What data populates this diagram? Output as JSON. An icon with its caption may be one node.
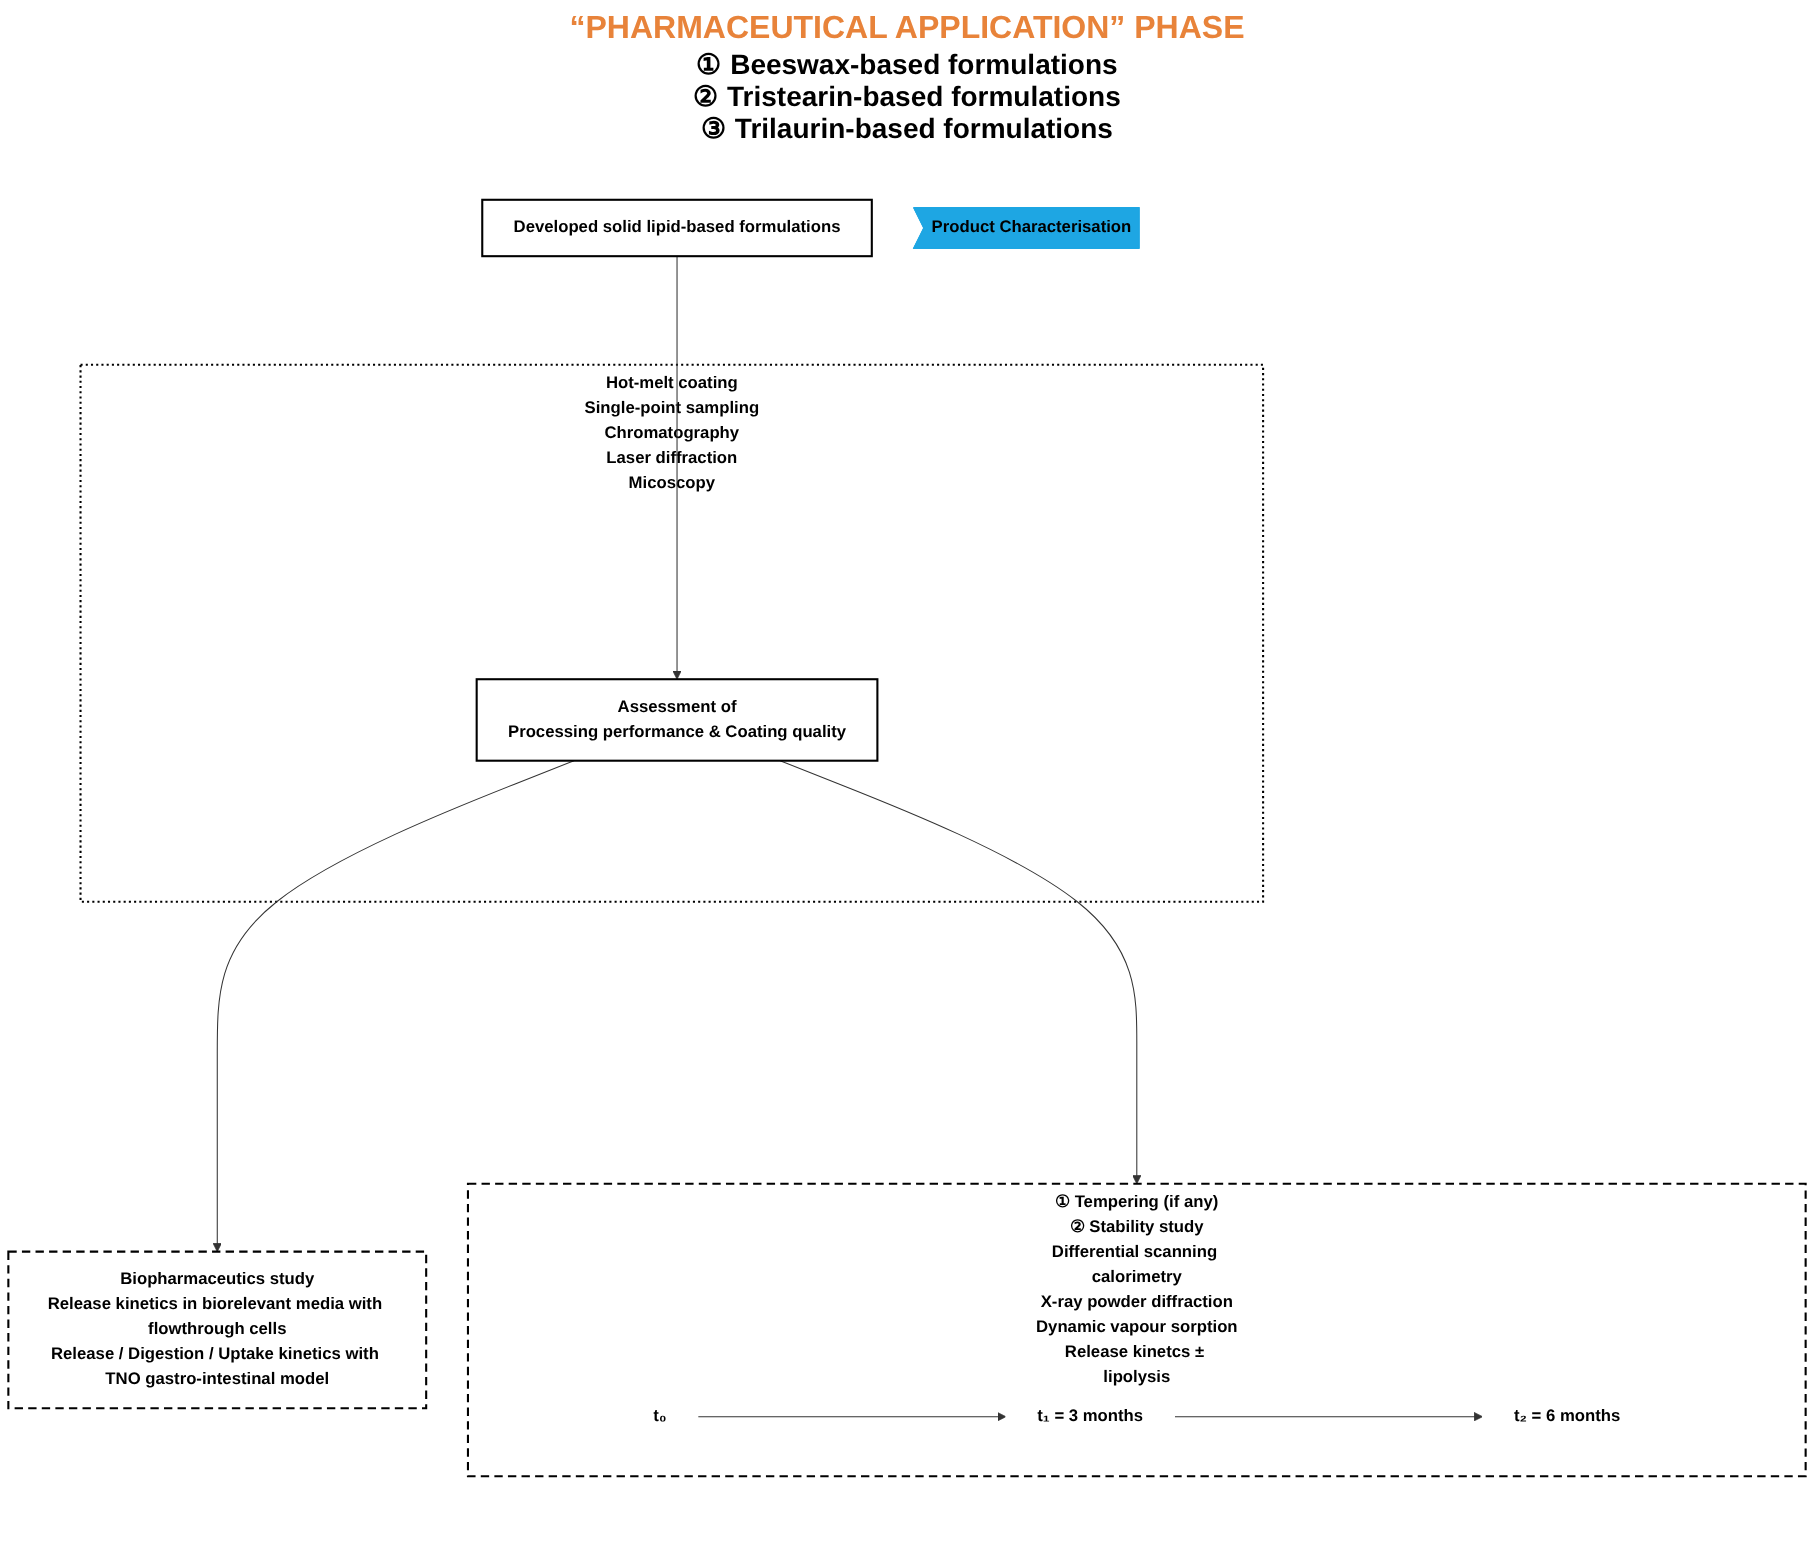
{
  "diagram": {
    "nodes": [
      {
        "text": [
          "Developed solid lipid-based formulations"
        ]
      },
      {
        "text": [
          "Hot-melt coating",
          "Single-point sampling",
          "Chromatography",
          "Laser diffraction",
          "Micoscopy"
        ]
      },
      {
        "text": [
          "Assessment of",
          "Processing performance & Coating quality"
        ],
        "in": 1
      },
      {
        "text": [
          "Biopharmaceutics study",
          "Release kinetics in biorelevant media with flowthrough cells",
          "Release / Digestion / Uptake kinetics with TNO gastro-intestinal model"
        ]
      },
      {
        "text": [
          "① Tempering (if any)",
          "② Stability study",
          "Differential scanning calorimetry",
          "X-ray powder diffraction",
          "Dynamic vapour sorption",
          "Release kinetcs ± lipolysis"
        ]
      },
      {
        "text": [
          "t₀"
        ],
        "in": 4
      },
      {
        "text": [
          "t₁ = 3 months"
        ],
        "in": 4
      },
      {
        "text": [
          "t₂ = 6 months"
        ],
        "in": 4
      },
      {
        "text": [
          "Product Characterisation"
        ]
      }
    ],
    "edges": [
      {
        "from": 0,
        "to": 2,
        "arrow": "to"
      },
      {
        "from": 2,
        "to": 3,
        "arrow": "to"
      },
      {
        "from": 2,
        "to": 4,
        "arrow": "to"
      },
      {
        "from": 5,
        "to": 6,
        "arrow": "to"
      },
      {
        "from": 6,
        "to": 7,
        "arrow": "to"
      }
    ],
    "labels": [
      "“PHARMACEUTICAL APPLICATION” PHASE",
      "① Beeswax-based formulations",
      "② Tristearin-based formulations",
      "③ Trilaurin-based formulations"
    ]
  }
}
